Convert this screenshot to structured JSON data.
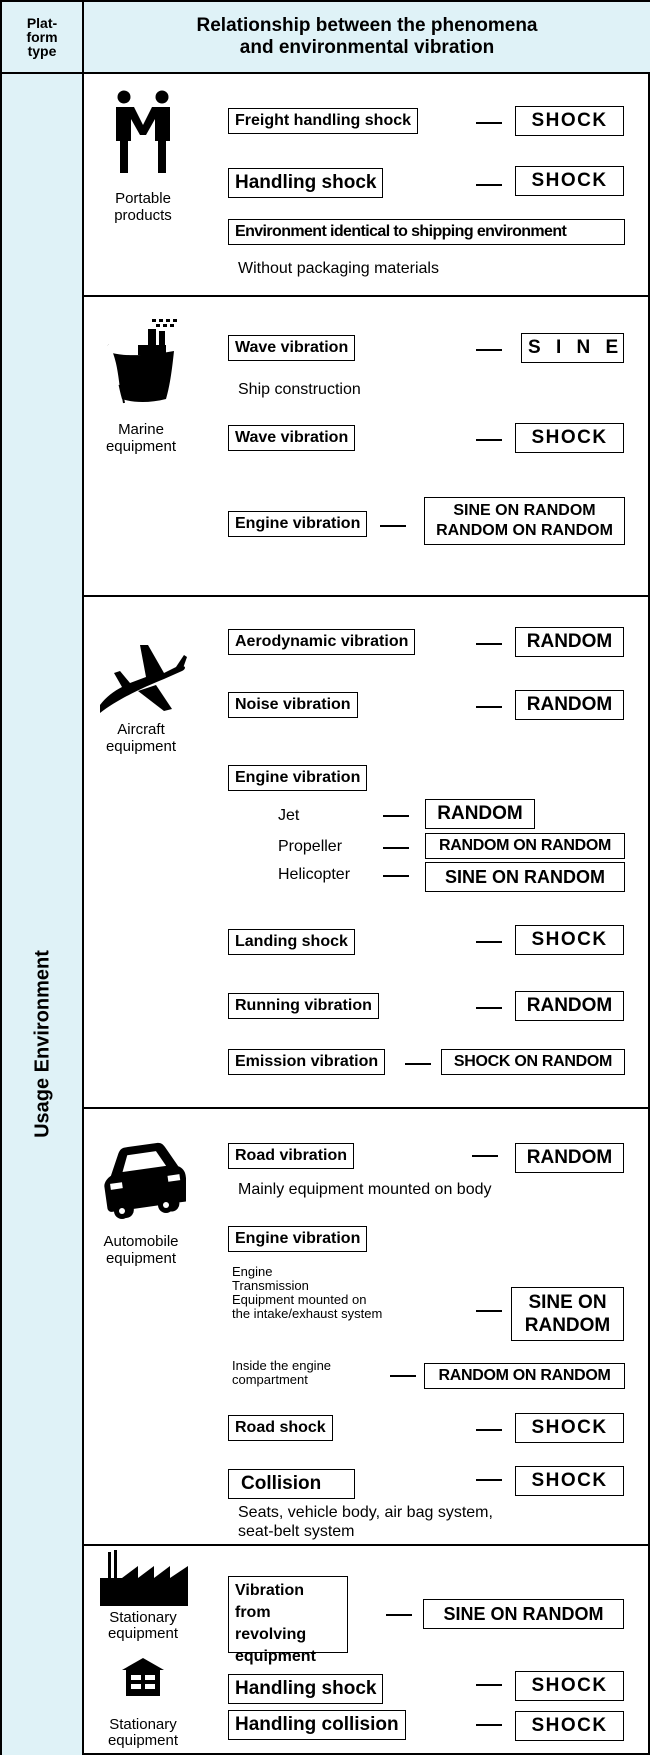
{
  "header": {
    "platform_type": "Plat-\nform\ntype",
    "title": "Relationship between the phenomena\nand environmental vibration"
  },
  "side_label": "Usage Environment",
  "portable": {
    "caption": "Portable\nproducts",
    "icon": "people-icon",
    "rows": [
      {
        "label": "Freight handling shock",
        "result": "SHOCK"
      },
      {
        "label": "Handling shock",
        "result": "SHOCK"
      }
    ],
    "env_label": "Environment identical to shipping environment",
    "note": "Without packaging materials"
  },
  "marine": {
    "caption": "Marine\nequipment",
    "icon": "ship-icon",
    "rows": [
      {
        "label": "Wave vibration",
        "result": "S I N E"
      },
      {
        "label": "Wave vibration",
        "result": "SHOCK"
      }
    ],
    "note": "Ship construction",
    "engine_label": "Engine vibration",
    "engine_result": "SINE ON RANDOM\nRANDOM ON RANDOM"
  },
  "aircraft": {
    "caption": "Aircraft\nequipment",
    "icon": "airplane-icon",
    "rows": [
      {
        "label": "Aerodynamic vibration",
        "result": "RANDOM"
      },
      {
        "label": "Noise vibration",
        "result": "RANDOM"
      }
    ],
    "engine_label": "Engine vibration",
    "engine_sub": [
      {
        "label": "Jet",
        "result": "RANDOM"
      },
      {
        "label": "Propeller",
        "result": "RANDOM ON RANDOM"
      },
      {
        "label": "Helicopter",
        "result": "SINE ON RANDOM"
      }
    ],
    "rows2": [
      {
        "label": "Landing shock",
        "result": "SHOCK"
      },
      {
        "label": "Running vibration",
        "result": "RANDOM"
      },
      {
        "label": "Emission vibration",
        "result": "SHOCK ON RANDOM"
      }
    ]
  },
  "automobile": {
    "caption": "Automobile\nequipment",
    "icon": "car-icon",
    "road": {
      "label": "Road vibration",
      "result": "RANDOM",
      "note": "Mainly equipment mounted on body"
    },
    "engine_label": "Engine vibration",
    "engine_note": "Engine\nTransmission\nEquipment mounted on\nthe intake/exhaust system",
    "engine_result": "SINE ON\nRANDOM",
    "compartment_note": "Inside the engine\ncompartment",
    "compartment_result": "RANDOM ON RANDOM",
    "road_shock": {
      "label": "Road shock",
      "result": "SHOCK"
    },
    "collision": {
      "label": "Collision",
      "result": "SHOCK",
      "note": "Seats, vehicle body, air bag system,\nseat-belt system"
    }
  },
  "stationary": {
    "caption1": "Stationary\nequipment",
    "caption2": "Stationary\nequipment",
    "icon1": "factory-icon",
    "icon2": "building-icon",
    "revolving": {
      "label": "Vibration from\nrevolving\nequipment",
      "result": "SINE ON RANDOM"
    },
    "handling_shock": {
      "label": "Handling shock",
      "result": "SHOCK"
    },
    "handling_collision": {
      "label": "Handling collision",
      "result": "SHOCK"
    }
  }
}
